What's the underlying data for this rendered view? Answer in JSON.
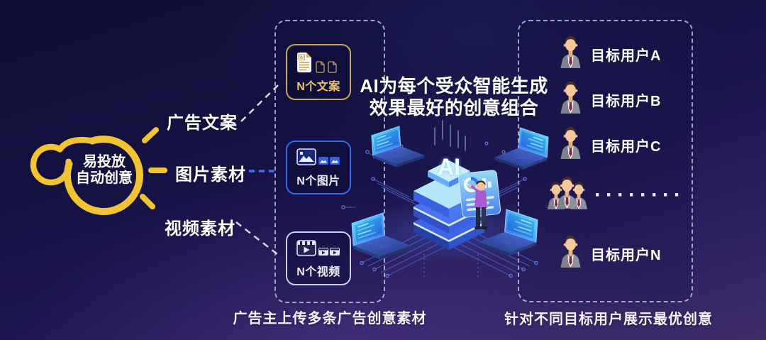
{
  "logo": {
    "line1": "易投放",
    "line2": "自动创意"
  },
  "left_labels": {
    "copywriting": "广告文案",
    "images": "图片素材",
    "videos": "视频素材"
  },
  "upload_box": {
    "cards": [
      {
        "label": "N个文案",
        "badge": "W"
      },
      {
        "label": "N个图片"
      },
      {
        "label": "N个视频"
      }
    ],
    "caption": "广告主上传多条广告创意素材"
  },
  "center": {
    "title_line1": "AI为每个受众智能生成",
    "title_line2": "效果最好的创意组合",
    "ai_label": "AI"
  },
  "users_box": {
    "users": [
      {
        "label": "目标用户A"
      },
      {
        "label": "目标用户B"
      },
      {
        "label": "目标用户C"
      }
    ],
    "ellipsis": "········",
    "user_n": {
      "label": "目标用户N"
    },
    "caption": "针对不同目标用户展示最优创意"
  },
  "colors": {
    "accent_yellow": "#f3c431",
    "accent_blue": "#2e6bff",
    "cyan": "#5fd8f8",
    "bg_top": "#0e0d36",
    "bg_bottom": "#3e2b68"
  }
}
